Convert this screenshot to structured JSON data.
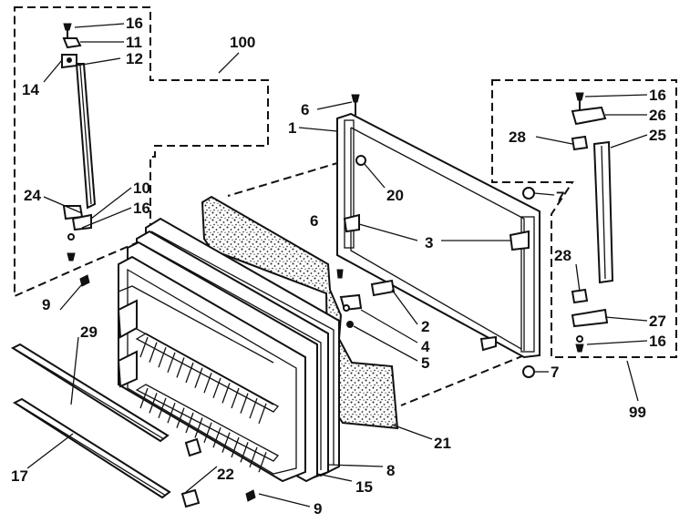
{
  "labels": {
    "l100": "100",
    "l16a": "16",
    "l11": "11",
    "l12": "12",
    "l14": "14",
    "l10": "10",
    "l24": "24",
    "l16b": "16",
    "l9a": "9",
    "l29": "29",
    "l17": "17",
    "l22": "22",
    "l9b": "9",
    "l15": "15",
    "l8": "8",
    "l21": "21",
    "l5": "5",
    "l4": "4",
    "l2": "2",
    "l3": "3",
    "l6a": "6",
    "l6b": "6",
    "l1": "1",
    "l20": "20",
    "l7a": "7",
    "l7b": "7",
    "l16c": "16",
    "l26": "26",
    "l28a": "28",
    "l25": "25",
    "l28b": "28",
    "l27": "27",
    "l16d": "16",
    "l99": "99"
  }
}
